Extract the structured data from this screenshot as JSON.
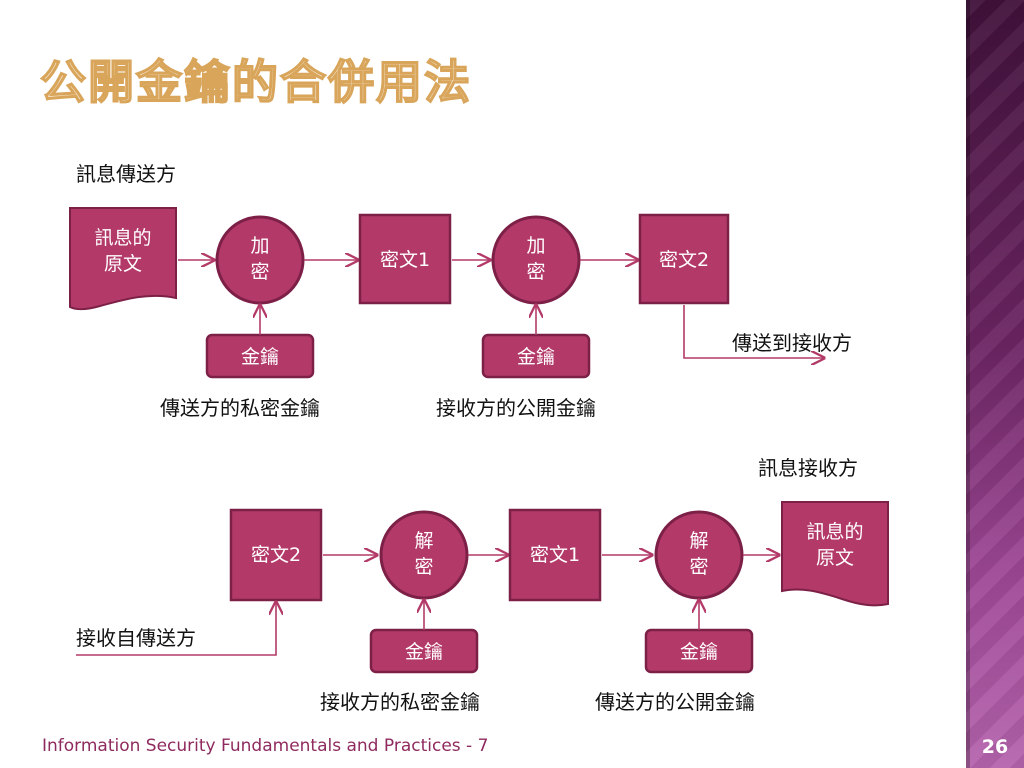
{
  "slide": {
    "title": "公開金鑰的合併用法",
    "footer": "Information Security Fundamentals and Practices - 7",
    "page_number": "26"
  },
  "colors": {
    "box_fill": "#b33a68",
    "box_stroke": "#7d2048",
    "arrow": "#b33a68",
    "title_fill": "#f6e9d3",
    "title_stroke": "#d9a55a",
    "sidebar": "#6c2563"
  },
  "sender": {
    "heading": "訊息傳送方",
    "doc_line1": "訊息的",
    "doc_line2": "原文",
    "enc1_line1": "加",
    "enc1_line2": "密",
    "cipher1": "密文1",
    "enc2_line1": "加",
    "enc2_line2": "密",
    "cipher2": "密文2",
    "key1": "金鑰",
    "key2": "金鑰",
    "send_to": "傳送到接收方",
    "key1_caption": "傳送方的私密金鑰",
    "key2_caption": "接收方的公開金鑰"
  },
  "receiver": {
    "heading": "訊息接收方",
    "cipher2": "密文2",
    "dec1_line1": "解",
    "dec1_line2": "密",
    "cipher1": "密文1",
    "dec2_line1": "解",
    "dec2_line2": "密",
    "doc_line1": "訊息的",
    "doc_line2": "原文",
    "key1": "金鑰",
    "key2": "金鑰",
    "receive_from": "接收自傳送方",
    "key1_caption": "接收方的私密金鑰",
    "key2_caption": "傳送方的公開金鑰"
  }
}
